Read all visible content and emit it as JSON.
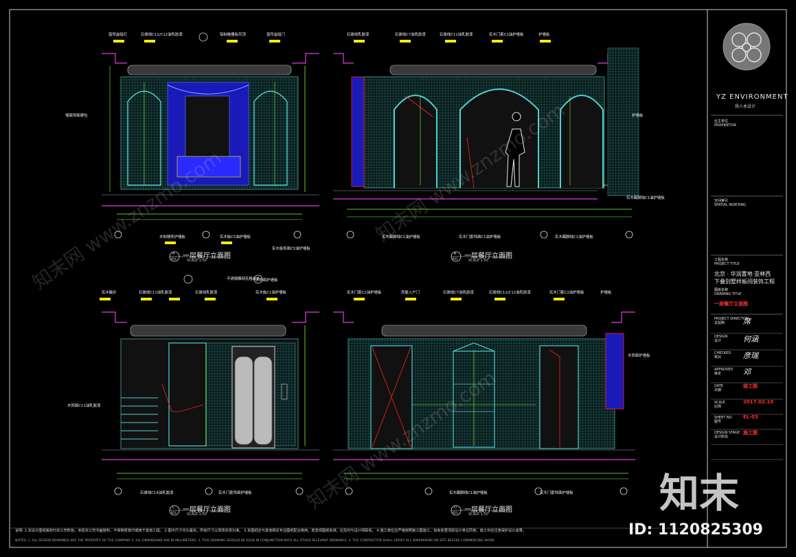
{
  "brand": {
    "name": "YZ ENVIRONMENT",
    "subtitle": "扬人本设计"
  },
  "title_block": {
    "proprietor_label": "业主单位\nPROPRIETOR",
    "spatial_label": "空间索引\nSPATIAL INDEXING",
    "project_label": "工程名称\nPROJECT TITLE",
    "project_title_line1": "北京 · 华润置地·亚林西",
    "project_title_line2": "下叠别墅样板间装饰工程",
    "drawing_label": "图纸名称\nDRAWING TITLE",
    "drawing_title": "一层餐厅立面图",
    "rows": [
      {
        "label": "PROJECT DIRECTOR\n总监制",
        "sig": "席"
      },
      {
        "label": "DESIGN\n设计",
        "sig": "何涵"
      },
      {
        "label": "CHECKED\n校对",
        "sig": "彦瑞"
      },
      {
        "label": "APPROVED\n审定",
        "sig": "邓"
      },
      {
        "label": "DATE\n日期",
        "value": "竣工图"
      },
      {
        "label": "SCALE\n比例",
        "value": "2017.02.10"
      },
      {
        "label": "SHEET NO.\n图号",
        "value": "EL-03"
      },
      {
        "label": "DESIGN STAGE\n设计阶段",
        "value": "施工图"
      }
    ]
  },
  "views": [
    {
      "letter": "A",
      "title": "一层餐厅立面图",
      "ref": "P03",
      "scale": "SCALE 1:50"
    },
    {
      "letter": "B",
      "title": "一层餐厅立面图",
      "ref": "P03",
      "scale": "SCALE 1:50"
    },
    {
      "letter": "C",
      "title": "一层餐厅立面图",
      "ref": "P03",
      "scale": "SCALE 1:50"
    },
    {
      "letter": "D",
      "title": "一层餐厅立面图",
      "ref": "P03",
      "scale": "SCALE 1:50"
    }
  ],
  "annotations": {
    "a_top": [
      "窗帘盒暗灯",
      "石膏线C11/C12油乳胶漆",
      "铝制格栅板吊顶",
      "窗帘盒暗门"
    ],
    "a_left": "墙面饰面硬包",
    "a_bottom": [
      "木制墙饰护墙板",
      "实木板C5油护墙板",
      "实木板饰面C5油护墙板"
    ],
    "b_top": [
      "石膏线乳胶漆",
      "石膏线C7油乳胶漆",
      "石膏线C11油乳胶漆",
      "实木门套C2油护墙板",
      "护墙板"
    ],
    "b_right": [
      "护墙板",
      "实木踢脚线C1油护墙板"
    ],
    "b_bottom": [
      "实木踢脚线C1油护墙板",
      "实木门套饰面C1油护墙板",
      "实木踢脚线C1油护墙板"
    ],
    "c_top": [
      "实木踢步",
      "石膏线C11油乳胶漆",
      "石膏线乳胶漆",
      "不锈钢雕刻花格装饰",
      "木饰面护墙板",
      "实木板C1油护墙板"
    ],
    "c_left": "木饰面C11油乳胶漆",
    "c_bottom": [
      "石膏线C14油乳胶漆",
      "实木门套饰面护墙板"
    ],
    "d_top": [
      "实木门套C2油护墙板",
      "房屋入户门",
      "石膏线C7油乳胶漆",
      "石膏线C11/C12油乳胶漆",
      "实木门套C2油护墙板",
      "护墙板"
    ],
    "d_right": "木饰面护墙板",
    "d_bottom": [
      "实木踢脚线C1油护墙板",
      "实木门套饰面护墙板"
    ]
  },
  "notes": "说明: 1.本设计图纸版权归本公司所有，未经本公司书面授权，不得随意复印或用于其他工程。 2.图中尺寸均为毫米，所有尺寸以现场实测为准。 3.本图纸应与其他相关专业图纸配合使用，若发现图纸有误，应及时与设计师联系。 4.施工单位应严格按照施工图施工，如有变更须经设计单位同意，施工中应注意保护设计成果。",
  "notes_en": "NOTES: 1. ALL DESIGN DRAWINGS ARE THE PROPERTY OF THE COMPANY. 2. ALL DIMENSIONS ARE IN MILLIMETERS. 3. THIS DRAWING SHOULD BE READ IN CONJUNCTION WITH ALL OTHER RELEVANT DRAWINGS. 4. THE CONTRACTOR SHALL VERIFY ALL DIMENSIONS ON SITE BEFORE COMMENCING WORK.",
  "watermark": {
    "brand": "知末",
    "id": "ID: 1120825309",
    "repeat": "知末网 www.znzmo.com"
  },
  "colors": {
    "background": "#000000",
    "wall": "#2f8f8a",
    "dim": "#7fff3f",
    "magenta": "#e040e0",
    "yellow": "#ffee00",
    "blue": "#2a2aff",
    "red": "#ff2020",
    "white": "#e6e6e6"
  }
}
